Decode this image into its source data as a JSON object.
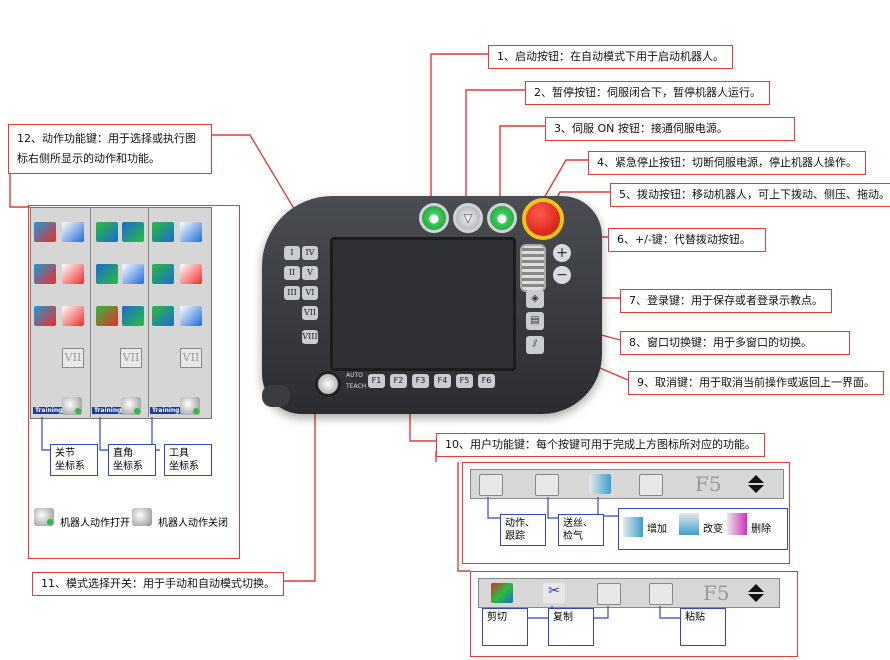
{
  "callouts": {
    "c1": "1、启动按钮：在自动模式下用于启动机器人。",
    "c2": "2、暂停按钮：伺服闭合下，暂停机器人运行。",
    "c3": "3、伺服 ON 按钮：接通伺服电源。",
    "c4": "4、紧急停止按钮：切断伺服电源，停止机器人操作。",
    "c5": "5、拨动按钮：移动机器人，可上下拨动、侧压、拖动。",
    "c6": "6、+/-键：代替拨动按钮。",
    "c7": "7、登录键：用于保存或者登录示教点。",
    "c8": "8、窗口切换键：用于多窗口的切换。",
    "c9": "9、取消键：用于取消当前操作或返回上一界面。",
    "c10": "10、用户功能键：每个按键可用于完成上方图标所对应的功能。",
    "c11": "11、模式选择开关：用于手动和自动模式切换。",
    "c12": "12、动作功能键：用于选择或执行图标右侧所显示的动作和功能。"
  },
  "pendant": {
    "roman_keys": [
      "I",
      "IV",
      "II",
      "V",
      "III",
      "VI",
      "VII",
      "VIII"
    ],
    "fkeys": [
      "F1",
      "F2",
      "F3",
      "F4",
      "F5",
      "F6"
    ],
    "mode_labels": [
      "AUTO",
      "TEACH"
    ],
    "plus": "+",
    "minus": "−"
  },
  "panel": {
    "vii": "VII",
    "training": "Training",
    "frames": [
      "关节\n坐标系",
      "直角\n坐标系",
      "工具\n坐标系"
    ],
    "legend_on": "机器人动作打开",
    "legend_off": "机器人动作关闭"
  },
  "toolbar1": {
    "f5": "F5",
    "labels": [
      "动作、\n跟踪",
      "送丝、\n检气"
    ],
    "add": "增加",
    "change": "改变",
    "delete": "删除"
  },
  "toolbar2": {
    "f5": "F5",
    "cut": "剪切",
    "copy": "复制",
    "paste": "粘贴"
  },
  "colors": {
    "callout_border": "#e03c3c",
    "blue_box": "#3447c2",
    "pendant": "#2a2c30"
  }
}
